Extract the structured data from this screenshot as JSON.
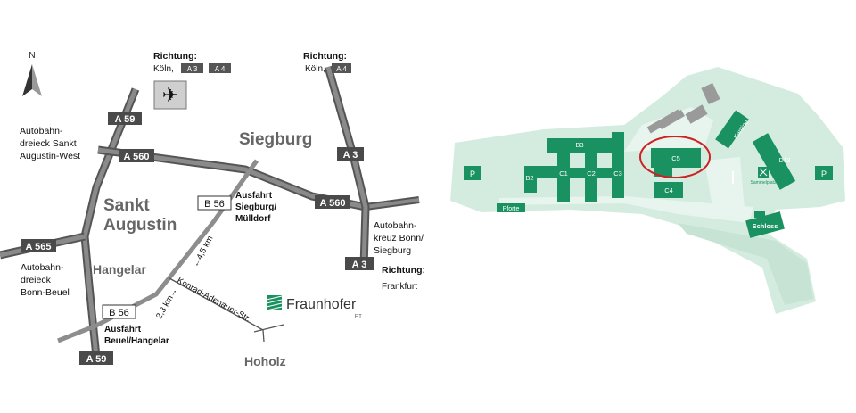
{
  "compass": {
    "letter": "N"
  },
  "airport_box": {
    "heading": "Richtung:",
    "city": "Köln,",
    "badges": [
      "A 3",
      "A 4"
    ],
    "icon": "airplane-icon"
  },
  "direction_top_right": {
    "heading": "Richtung:",
    "city": "Köln,",
    "badges": [
      "A 4"
    ]
  },
  "direction_bottom_right": {
    "heading": "Richtung:",
    "city": "Frankfurt"
  },
  "highway_labels": {
    "a59_top": "A 59",
    "a560_left": "A 560",
    "a560_right": "A 560",
    "a3_top": "A 3",
    "a3_bottom": "A 3",
    "a565": "A 565",
    "a59_bottom": "A 59",
    "b56_top": "B 56",
    "b56_bottom": "B 56"
  },
  "place_labels": {
    "siegburg": "Siegburg",
    "sankt": "Sankt",
    "augustin": "Augustin",
    "hangelar": "Hangelar",
    "hoholz": "Hoholz"
  },
  "junction_labels": {
    "ad_sa_west": [
      "Autobahn-",
      "dreieck Sankt",
      "Augustin-West"
    ],
    "ad_bonn_beuel": [
      "Autobahn-",
      "dreieck",
      "Bonn-Beuel"
    ],
    "ak_bonn_siegburg": [
      "Autobahn-",
      "kreuz Bonn/",
      "Siegburg"
    ],
    "ausfahrt_siegburg": [
      "Ausfahrt",
      "Siegburg/",
      "Mülldorf"
    ],
    "ausfahrt_beuel": [
      "Ausfahrt",
      "Beuel/Hangelar"
    ]
  },
  "distances": {
    "d45": "←4,5 km",
    "d23": "2,3 km→"
  },
  "street": "Konrad-Adenauer-Str.",
  "logo": {
    "name": "Fraunhofer",
    "sub": "FIT"
  },
  "campus": {
    "buildings": [
      "B3",
      "B2",
      "C1",
      "C2",
      "C3",
      "C5",
      "C4",
      "Kantine",
      "D13",
      "Schloss"
    ],
    "parking": [
      "P",
      "P"
    ],
    "gate": "Pforte",
    "meeting_point": "Sammelplatz",
    "highlighted": "C5"
  },
  "colors": {
    "road": "#6d6d6d",
    "campus_bg": "#d4ecdf",
    "building": "#1a9160",
    "highlight": "#cc2222",
    "logo_green": "#1a9160"
  }
}
